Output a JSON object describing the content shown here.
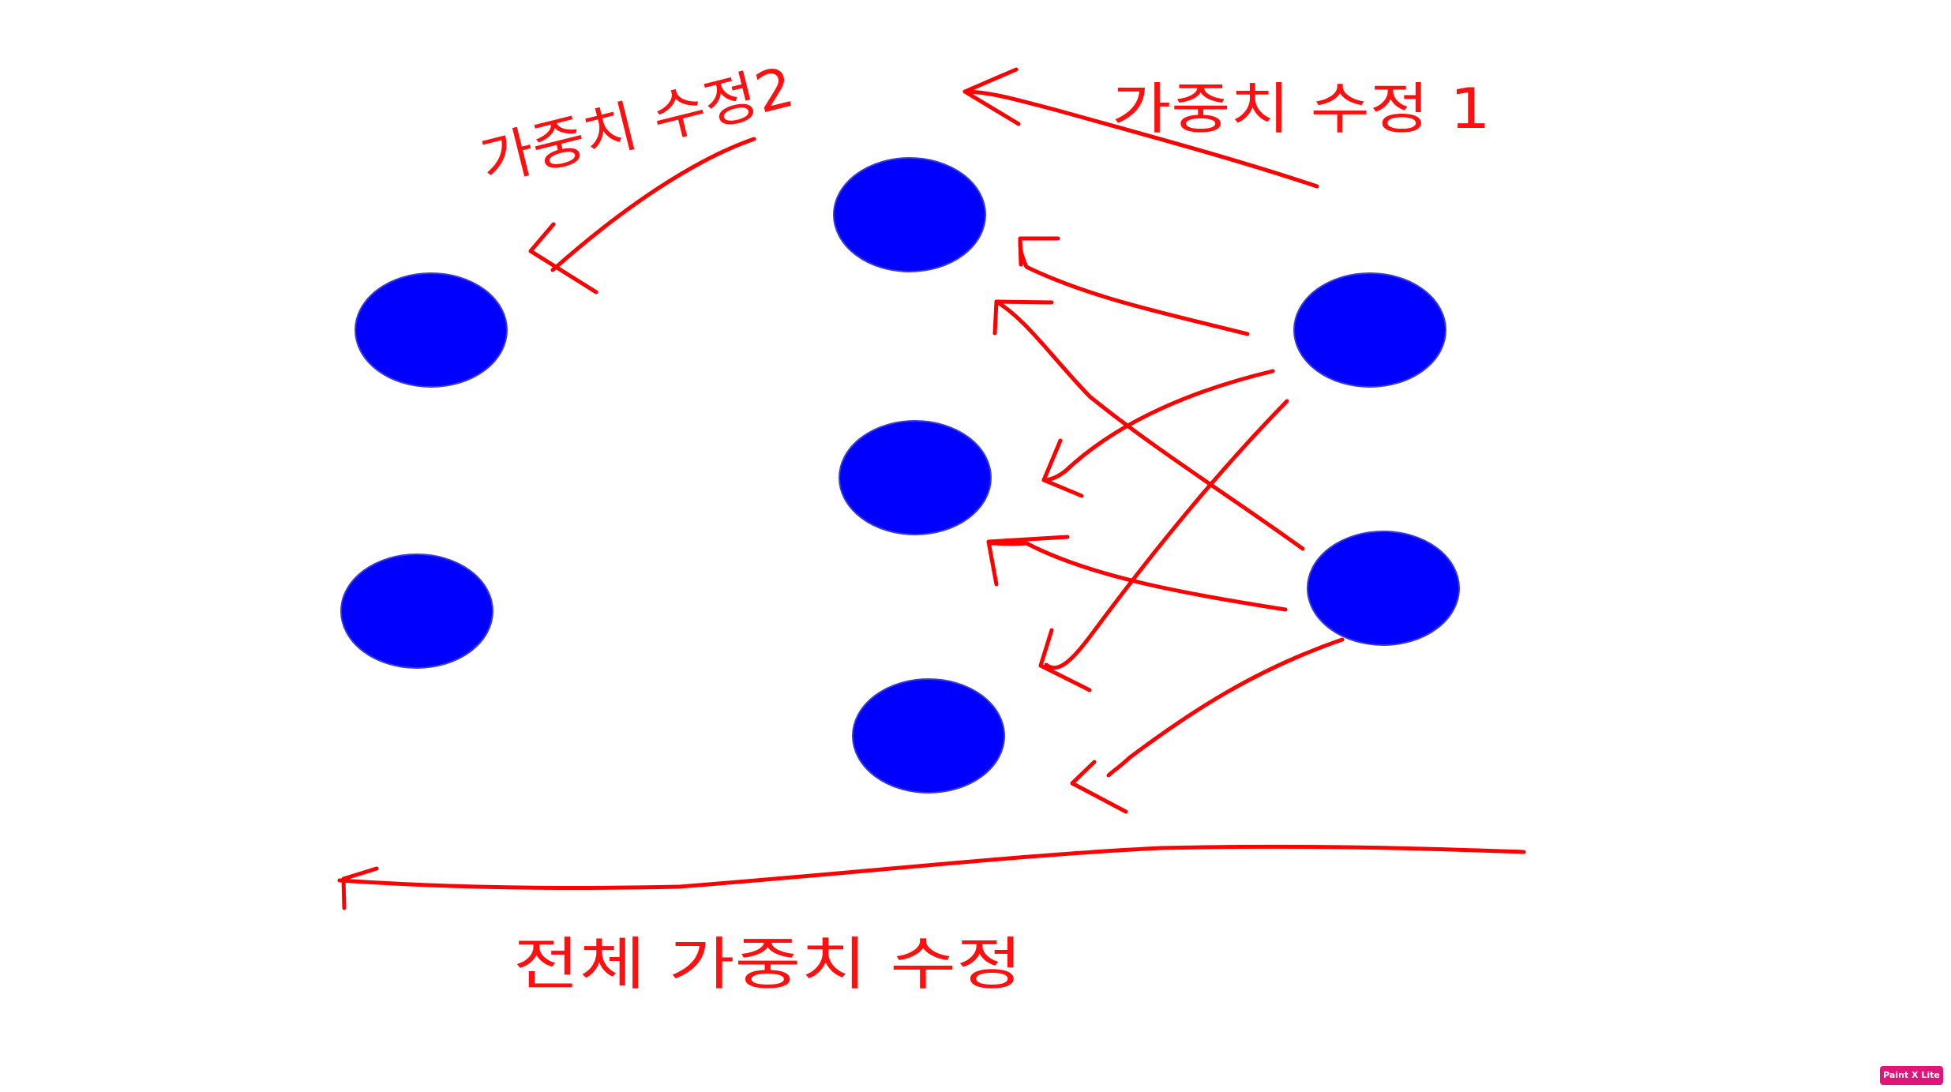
{
  "labels": {
    "update_1": "가중치 수정 1",
    "update_2": "가중치 수정2",
    "update_all": "전체 가중치 수정"
  },
  "badge": {
    "text": "Paint X Lite"
  },
  "colors": {
    "node": "#0000ff",
    "ink": "#ff0000",
    "badge": "#e0157a"
  },
  "nodes": {
    "input_layer": 2,
    "hidden_layer": 3,
    "output_layer": 2
  }
}
